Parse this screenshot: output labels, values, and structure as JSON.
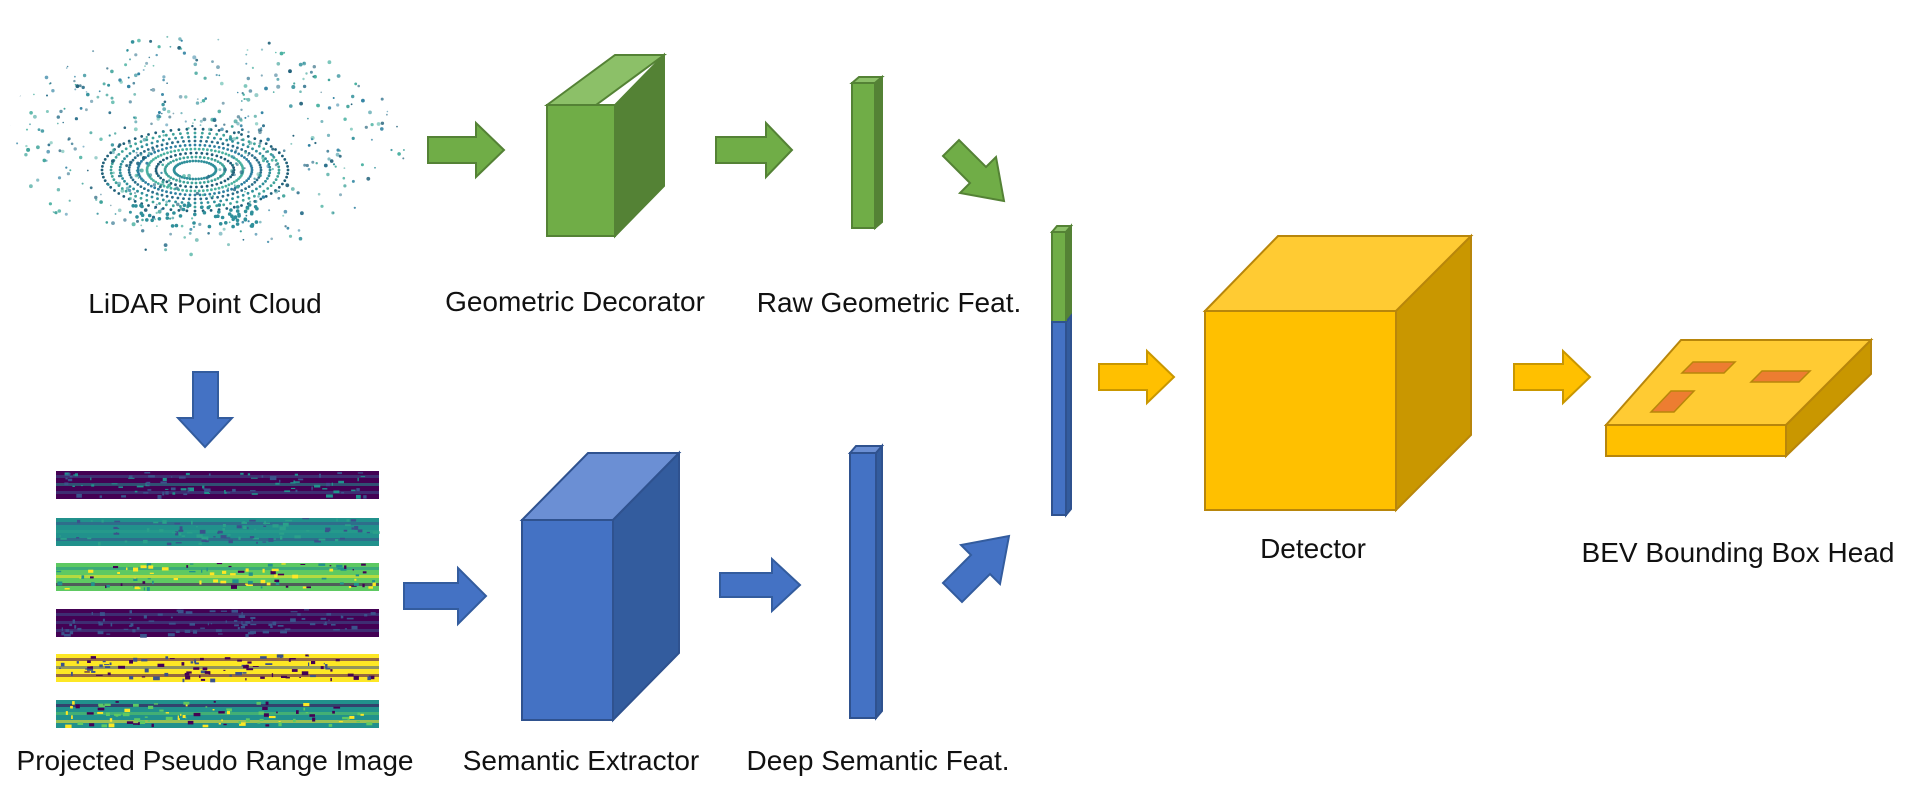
{
  "diagram": {
    "labels": {
      "lidar": "LiDAR Point Cloud",
      "geometric_decorator": "Geometric Decorator",
      "raw_geometric": "Raw Geometric Feat.",
      "range_image": "Projected Pseudo Range Image",
      "semantic_extractor": "Semantic Extractor",
      "deep_semantic": "Deep Semantic Feat.",
      "detector": "Detector",
      "bev_head": "BEV Bounding Box Head"
    },
    "colors": {
      "green": "#70AD47",
      "green_dark": "#548235",
      "green_light": "#8CC068",
      "blue": "#4472C4",
      "blue_dark": "#335C9E",
      "blue_light": "#6B8FD4",
      "gold": "#FFC000",
      "gold_dark": "#C99700",
      "gold_light": "#FFCB33",
      "box_orange": "#ED7D31",
      "viridis": [
        "#440154",
        "#3b528b",
        "#21918c",
        "#5ec962",
        "#fde725"
      ]
    },
    "range_image_strips": 6,
    "icons": [
      "point-cloud-icon",
      "right-arrow-icon",
      "down-arrow-icon",
      "diagonal-arrow-icon"
    ]
  }
}
